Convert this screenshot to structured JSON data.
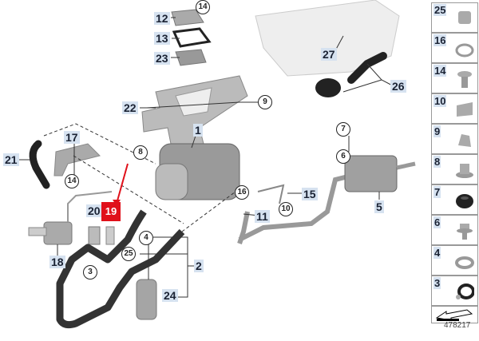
{
  "labels": {
    "l12": "12",
    "l13": "13",
    "l23": "23",
    "l22": "22",
    "l1": "1",
    "l21": "21",
    "l17": "17",
    "l20": "20",
    "l18": "18",
    "l2": "2",
    "l24": "24",
    "l27": "27",
    "l26": "26",
    "l15": "15",
    "l11": "11",
    "l5": "5"
  },
  "circled": {
    "c14a": "14",
    "c9": "9",
    "c8": "8",
    "c14b": "14",
    "c7": "7",
    "c6": "6",
    "c16": "16",
    "c10": "10",
    "c4": "4",
    "c25": "25",
    "c3": "3"
  },
  "highlight": {
    "label": "19",
    "color": "#e0101a"
  },
  "sidebar": [
    {
      "num": "25",
      "icon": "clip-nut-icon"
    },
    {
      "num": "16",
      "icon": "hose-clamp-icon"
    },
    {
      "num": "14",
      "icon": "screw-icon"
    },
    {
      "num": "10",
      "icon": "clip-icon"
    },
    {
      "num": "9",
      "icon": "spring-clip-icon"
    },
    {
      "num": "8",
      "icon": "collar-nut-icon"
    },
    {
      "num": "7",
      "icon": "grommet-icon"
    },
    {
      "num": "6",
      "icon": "collar-bolt-icon"
    },
    {
      "num": "4",
      "icon": "hose-clamp-icon"
    },
    {
      "num": "3",
      "icon": "pipe-clamp-icon"
    }
  ],
  "diagram_number": "478217"
}
